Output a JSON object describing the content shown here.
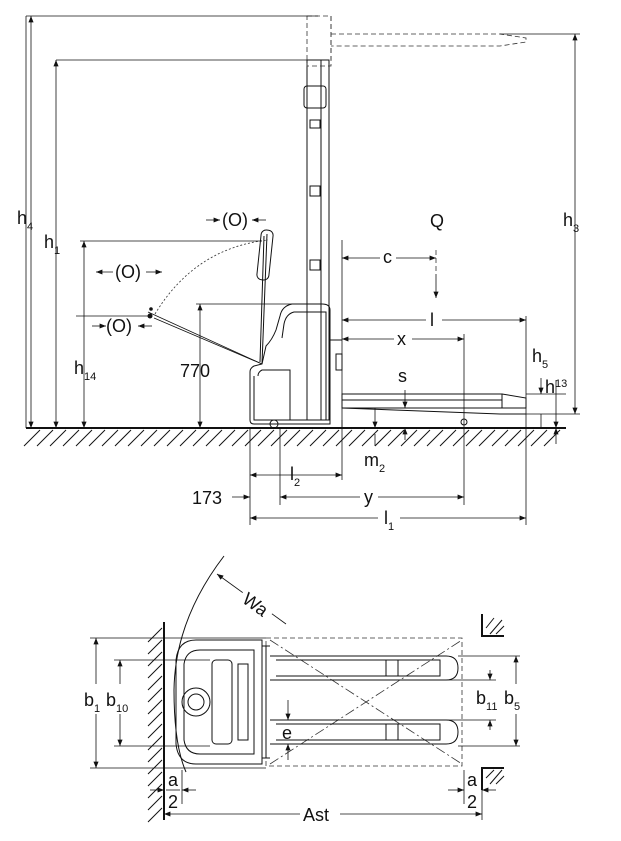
{
  "side_view": {
    "labels": {
      "h4": {
        "main": "h",
        "sub": "4"
      },
      "h1": {
        "main": "h",
        "sub": "1"
      },
      "h14": {
        "main": "h",
        "sub": "14"
      },
      "h3": {
        "main": "h",
        "sub": "3"
      },
      "h5": {
        "main": "h",
        "sub": "5"
      },
      "h13": {
        "main": "h",
        "sub": "13"
      },
      "l2": {
        "main": "l",
        "sub": "2"
      },
      "l1": {
        "main": "l",
        "sub": "1"
      },
      "m2": {
        "main": "m",
        "sub": "2"
      },
      "q": "Q",
      "c": "c",
      "l": "l",
      "x": "x",
      "s": "s",
      "y": "y",
      "v770": "770",
      "v173": "173",
      "o_top": "(O)",
      "o_mid": "(O)",
      "o_low": "(O)"
    }
  },
  "top_view": {
    "labels": {
      "wa": "Wa",
      "b1": {
        "main": "b",
        "sub": "1"
      },
      "b10": {
        "main": "b",
        "sub": "10"
      },
      "b11": {
        "main": "b",
        "sub": "11"
      },
      "b5": {
        "main": "b",
        "sub": "5"
      },
      "e": "e",
      "a_left": "a",
      "two_left": "2",
      "a_right": "a",
      "two_right": "2",
      "ast": "Ast"
    }
  }
}
